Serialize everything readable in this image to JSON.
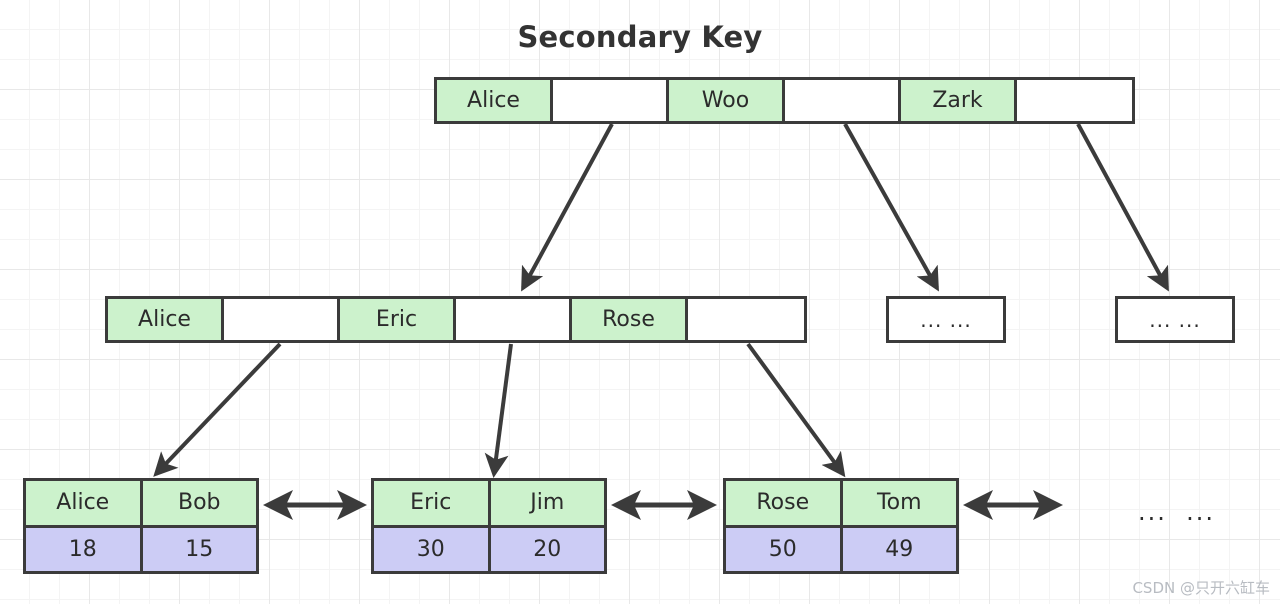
{
  "title": "Secondary Key",
  "colors": {
    "key_fill": "#ccf2cc",
    "pointer_fill": "#ffffff",
    "value_fill": "#ccccf5",
    "border": "#3b3b3b",
    "text": "#2b2b2b",
    "grid": "#e8e8e8",
    "watermark": "#b8bcc2"
  },
  "ellipsis_text": "... ...",
  "root": {
    "name": "root-node",
    "cells": [
      {
        "label": "Alice",
        "type": "key"
      },
      {
        "label": "",
        "type": "pointer"
      },
      {
        "label": "Woo",
        "type": "key"
      },
      {
        "label": "",
        "type": "pointer"
      },
      {
        "label": "Zark",
        "type": "key"
      },
      {
        "label": "",
        "type": "pointer"
      }
    ]
  },
  "internal_nodes": [
    {
      "name": "internal-node-1",
      "cells": [
        {
          "label": "Alice",
          "type": "key"
        },
        {
          "label": "",
          "type": "pointer"
        },
        {
          "label": "Eric",
          "type": "key"
        },
        {
          "label": "",
          "type": "pointer"
        },
        {
          "label": "Rose",
          "type": "key"
        },
        {
          "label": "",
          "type": "pointer"
        }
      ]
    }
  ],
  "internal_ellipsis_nodes": [
    {
      "name": "internal-node-ellipsis-1",
      "label": "... ..."
    },
    {
      "name": "internal-node-ellipsis-2",
      "label": "... ..."
    }
  ],
  "leaf_nodes": [
    {
      "name": "leaf-node-1",
      "names": [
        "Alice",
        "Bob"
      ],
      "values": [
        "18",
        "15"
      ]
    },
    {
      "name": "leaf-node-2",
      "names": [
        "Eric",
        "Jim"
      ],
      "values": [
        "30",
        "20"
      ]
    },
    {
      "name": "leaf-node-3",
      "names": [
        "Rose",
        "Tom"
      ],
      "values": [
        "50",
        "49"
      ]
    }
  ],
  "leaf_trailing_ellipsis": "...  ...",
  "watermark": "CSDN @只开六缸车"
}
